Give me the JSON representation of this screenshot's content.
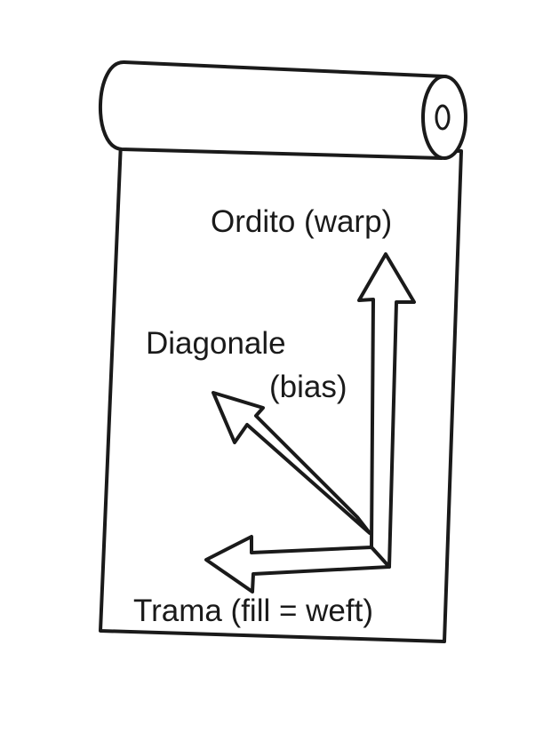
{
  "labels": {
    "warp": "Ordito (warp)",
    "bias_line1": "Diagonale",
    "bias_line2": "(bias)",
    "weft": "Trama (fill = weft)"
  },
  "colors": {
    "ink": "#1a1a1a",
    "paper": "#ffffff"
  }
}
